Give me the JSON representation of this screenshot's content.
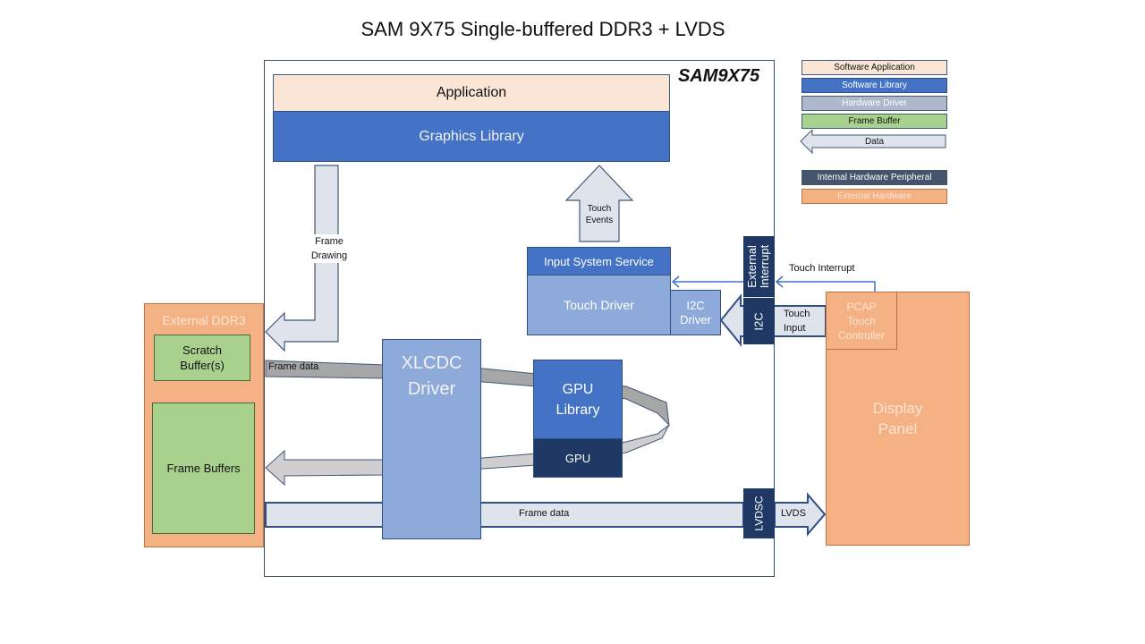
{
  "title": "SAM 9X75 Single-buffered DDR3 + LVDS",
  "soc": {
    "label": "SAM9X75",
    "application": "Application",
    "graphics_library": "Graphics Library",
    "input_system_service": "Input System Service",
    "touch_driver": "Touch Driver",
    "i2c_driver": [
      "I2C",
      "Driver"
    ],
    "external_interrupt": [
      "External",
      "Interrupt"
    ],
    "i2c": "I2C",
    "lvdsc": "LVDSC",
    "xlcdc_driver": [
      "XLCDC",
      "Driver"
    ],
    "gpu_library": [
      "GPU",
      "Library"
    ],
    "gpu": "GPU"
  },
  "external_ddr3": {
    "label": "External DDR3",
    "scratch_buffer": [
      "Scratch",
      "Buffer(s)"
    ],
    "frame_buffers": "Frame Buffers"
  },
  "display": {
    "panel": [
      "Display",
      "Panel"
    ],
    "pcap": [
      "PCAP",
      "Touch",
      "Controller"
    ]
  },
  "flows": {
    "frame_drawing": [
      "Frame",
      "Drawing"
    ],
    "touch_events": [
      "Touch",
      "Events"
    ],
    "touch_interrupt": "Touch Interrupt",
    "touch_input": [
      "Touch",
      "Input"
    ],
    "frame_data_gpu": "Frame data",
    "frame_data_lvds": "Frame data",
    "lvds": "LVDS"
  },
  "legend": [
    {
      "label": "Software Application",
      "fill": "#fbe5d6",
      "text": "#111111",
      "border": "#41597a"
    },
    {
      "label": "Software Library",
      "fill": "#4472c4",
      "text": "#ffffff",
      "border": "#2f4f86"
    },
    {
      "label": "Hardware Driver",
      "fill": "#adb9ca",
      "text": "#ffffff",
      "border": "#41597a"
    },
    {
      "label": "Frame Buffer",
      "fill": "#a9d18e",
      "text": "#111111",
      "border": "#41597a"
    },
    {
      "label": "Data",
      "fill": "#dee3ec",
      "text": "#111111",
      "border": "#41597a",
      "shape": "arrow-left"
    },
    {
      "label": "Internal Hardware Peripheral",
      "fill": "#44546a",
      "text": "#ffffff",
      "border": "#44546a"
    },
    {
      "label": "External Hardware",
      "fill": "#f4b183",
      "text": "#fbe5d6",
      "border": "#c0733f"
    }
  ]
}
